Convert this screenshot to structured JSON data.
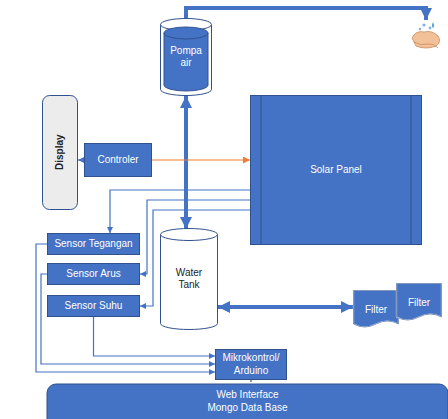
{
  "diagram": {
    "nodes": [
      {
        "text": [
          "Pompa air"
        ]
      },
      {
        "text": [
          "Display"
        ]
      },
      {
        "text": [
          "Controler"
        ]
      },
      {
        "text": [
          "Solar Panel"
        ]
      },
      {
        "text": [
          "Sensor Tegangan"
        ]
      },
      {
        "text": [
          "Sensor Arus"
        ]
      },
      {
        "text": [
          "Sensor Suhu"
        ]
      },
      {
        "text": [
          "Water Tank"
        ]
      },
      {
        "text": [
          "Filter"
        ]
      },
      {
        "text": [
          "Filter"
        ]
      },
      {
        "text": [
          "Mikrokontrol/ Arduino"
        ]
      },
      {
        "text": [
          "Web Interface",
          "Mongo Data Base"
        ]
      }
    ],
    "edges": [
      {
        "from": 0,
        "to": 7,
        "arrow": "both"
      },
      {
        "from": 2,
        "to": 1,
        "arrow": "to"
      },
      {
        "from": 2,
        "to": 3,
        "arrow": "to"
      },
      {
        "from": 3,
        "to": 4,
        "arrow": "to"
      },
      {
        "from": 3,
        "to": 5,
        "arrow": "to"
      },
      {
        "from": 3,
        "to": 6,
        "arrow": "to"
      },
      {
        "from": 7,
        "to": 8,
        "arrow": "both"
      },
      {
        "from": 4,
        "to": 10,
        "arrow": "to"
      },
      {
        "from": 5,
        "to": 10,
        "arrow": "to"
      },
      {
        "from": 6,
        "to": 10,
        "arrow": "to"
      },
      {
        "from": 10,
        "to": 11,
        "arrow": "none"
      }
    ]
  }
}
